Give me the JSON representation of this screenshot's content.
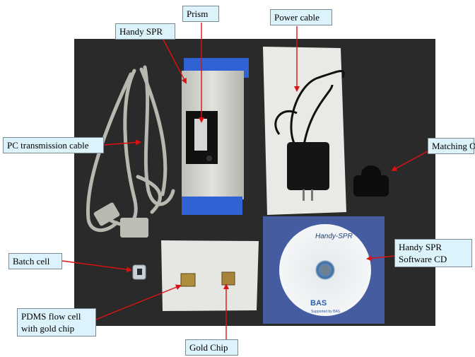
{
  "labels": {
    "handy_spr": "Handy SPR",
    "prism": "Prism",
    "power_cable": "Power cable",
    "pc_cable": "PC transmission cable",
    "matching_oil": "Matching Oil",
    "batch_cell": "Batch cell",
    "handy_spr_cd_line1": "Handy SPR",
    "handy_spr_cd_line2": "Software CD",
    "pdms_line1": "PDMS flow cell",
    "pdms_line2": "with gold chip",
    "gold_chip": "Gold Chip"
  },
  "cd_print": {
    "title": "Handy-SPR",
    "brand": "BAS",
    "sub": "Supported by BAS"
  },
  "colors": {
    "background": "#2b2b2b",
    "label_fill": "#ddf3fb",
    "arrow": "#dd1111",
    "device_body": "#d8d8d2",
    "device_caps": "#2f63d4"
  }
}
